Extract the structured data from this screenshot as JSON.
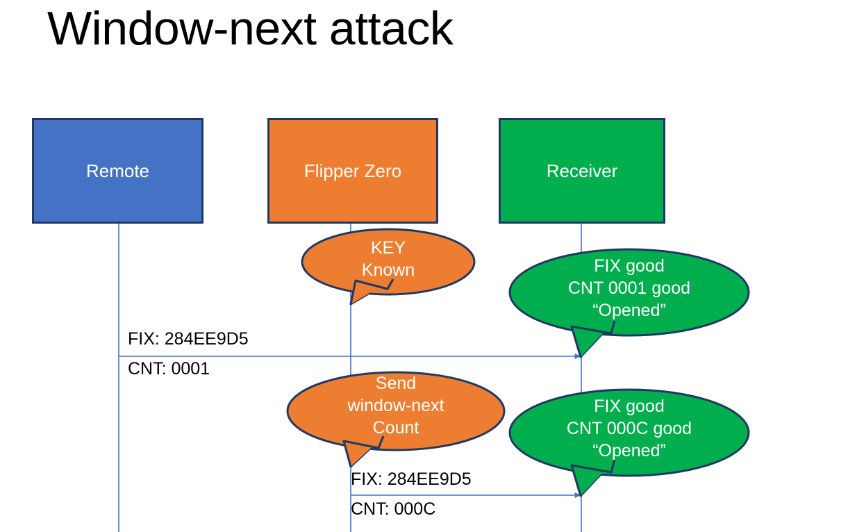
{
  "slide": {
    "title": "Window-next attack",
    "background": "#ffffff"
  },
  "colors": {
    "remote_fill": "#4472C4",
    "flipper_fill": "#ED7D31",
    "receiver_fill": "#00AE4D",
    "outline": "#1F3864",
    "lifeline": "#4472C4",
    "arrow": "#4472C4",
    "label_text": "#000000",
    "box_text": "#FFFFFF"
  },
  "actors": [
    {
      "id": "remote",
      "label": "Remote",
      "fill": "#4472C4"
    },
    {
      "id": "flipper",
      "label": "Flipper Zero",
      "fill": "#ED7D31"
    },
    {
      "id": "receiver",
      "label": "Receiver",
      "fill": "#00AE4D"
    }
  ],
  "bubbles": [
    {
      "id": "key-known",
      "text": "KEY\nKnown",
      "fill": "#ED7D31"
    },
    {
      "id": "fix-cnt-0001",
      "text": "FIX good\nCNT 0001 good\n“Opened”",
      "fill": "#00AE4D"
    },
    {
      "id": "send-window",
      "text": "Send\nwindow-next\nCount",
      "fill": "#ED7D31"
    },
    {
      "id": "fix-cnt-000c",
      "text": "FIX good\nCNT 000C good\n“Opened”",
      "fill": "#00AE4D"
    }
  ],
  "messages": [
    {
      "id": "msg-1",
      "from": "remote",
      "to": "receiver",
      "fix_label": "FIX: 284EE9D5",
      "cnt_label": "CNT: 0001"
    },
    {
      "id": "msg-2",
      "from": "flipper",
      "to": "receiver",
      "fix_label": "FIX: 284EE9D5",
      "cnt_label": "CNT: 000C"
    }
  ]
}
